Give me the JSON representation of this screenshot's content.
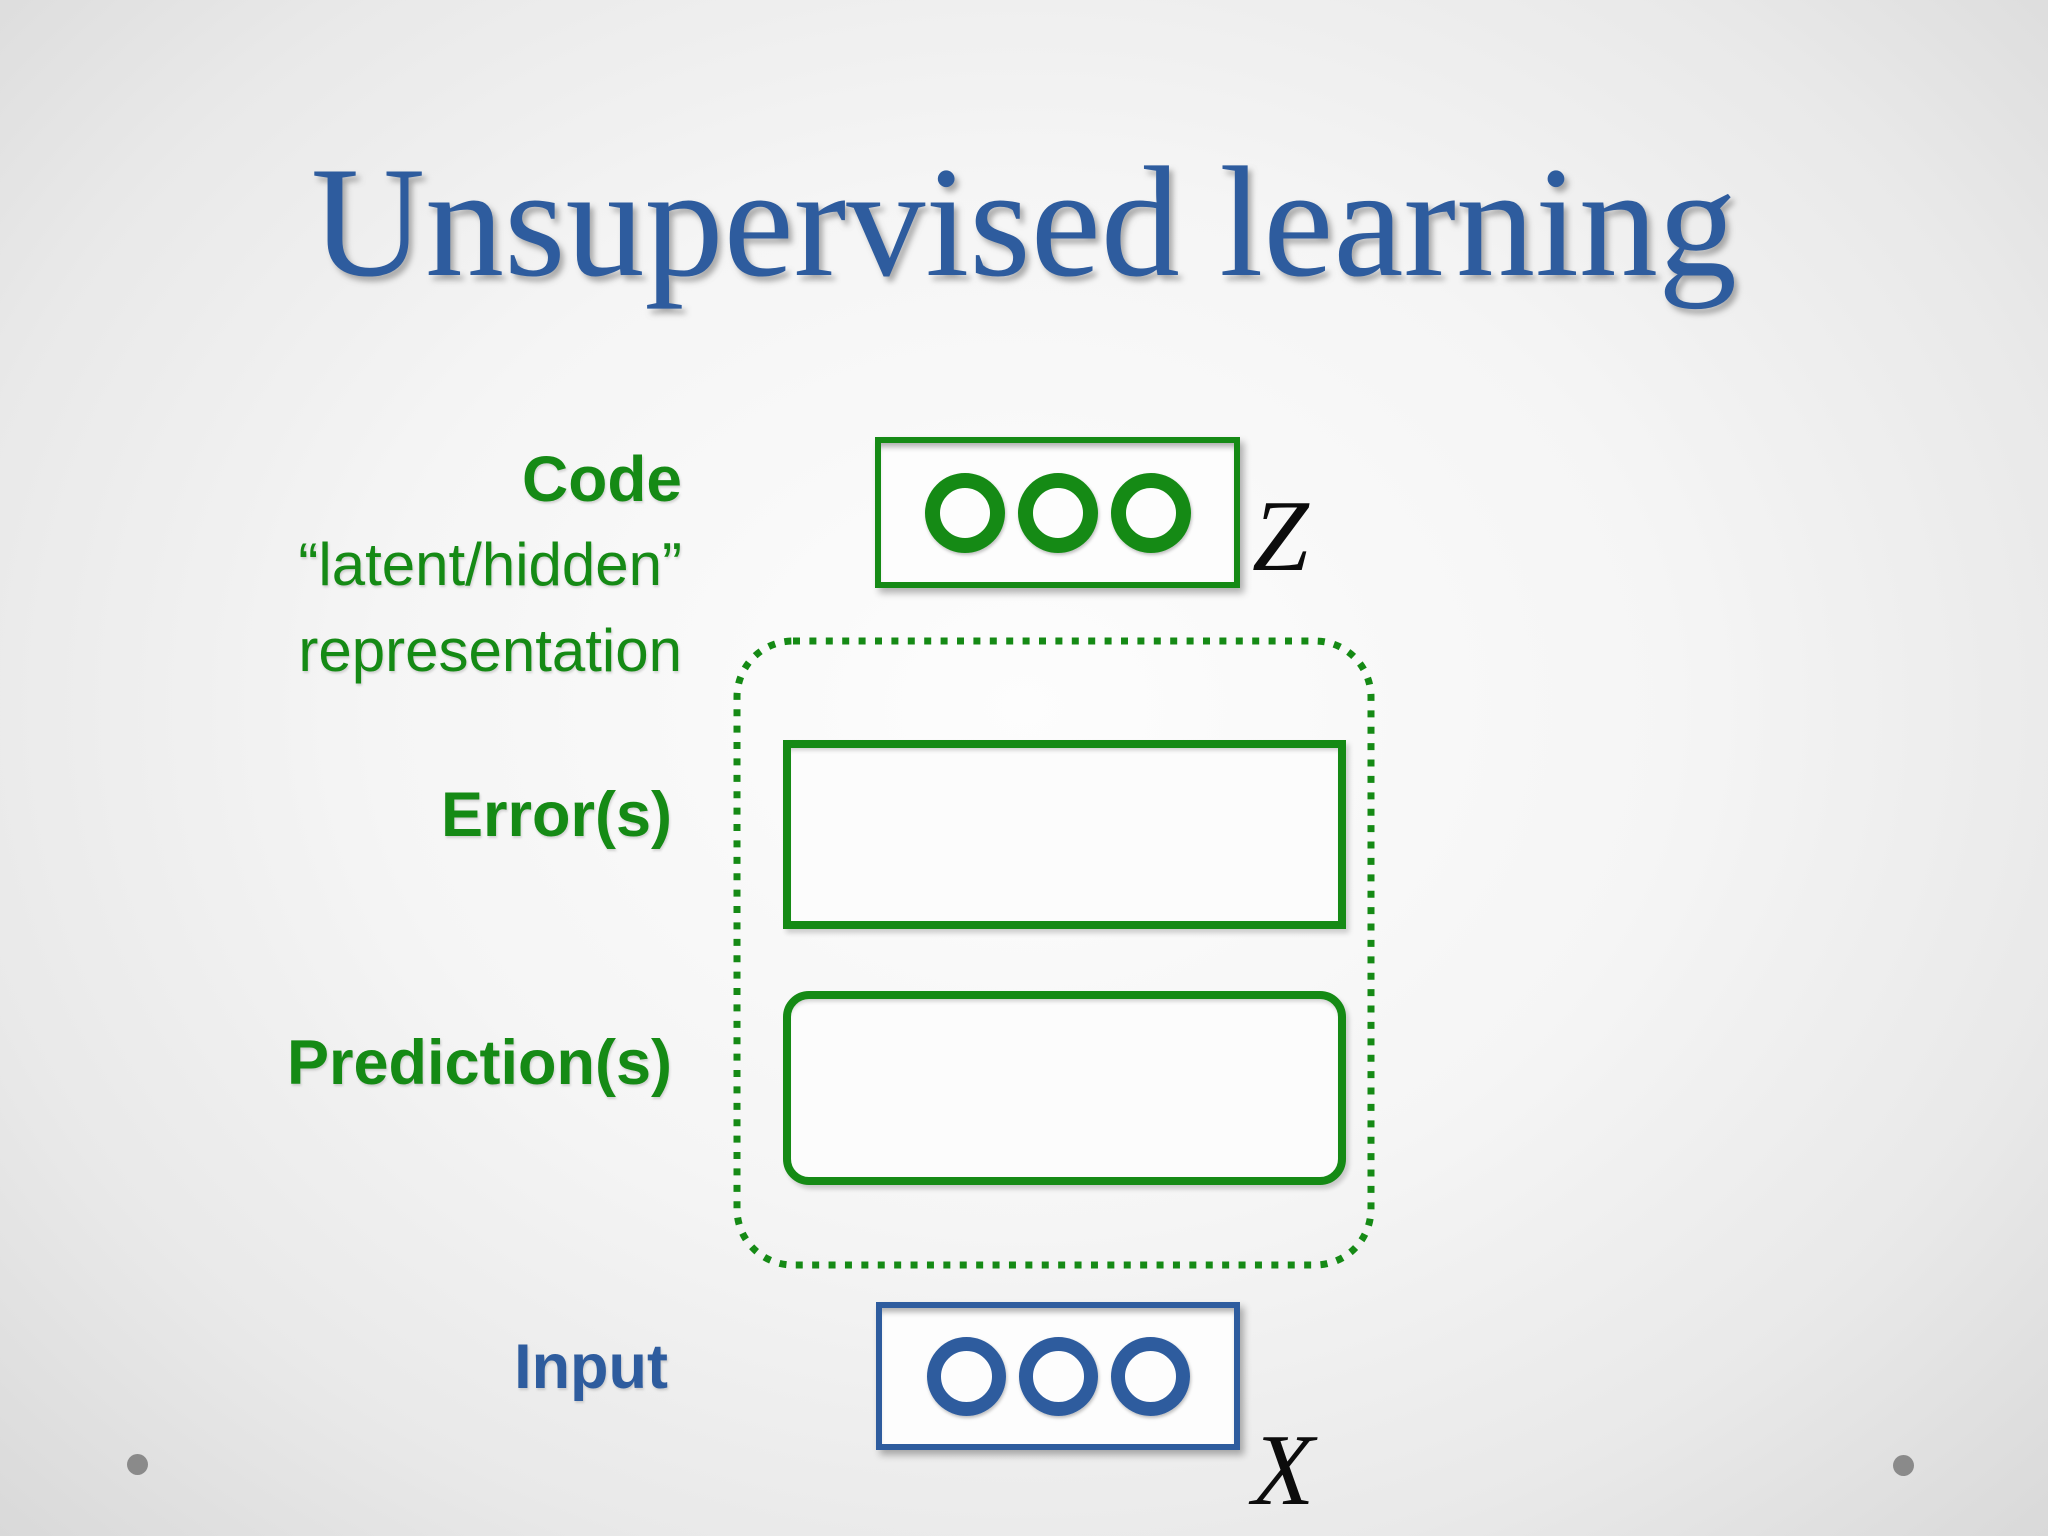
{
  "slide": {
    "title": "Unsupervised learning"
  },
  "labels": {
    "code_title": "Code",
    "code_sub1": "“latent/hidden”",
    "code_sub2": "representation",
    "errors": "Error(s)",
    "predictions": "Prediction(s)",
    "input": "Input"
  },
  "diagram": {
    "code_layer": {
      "units": 3,
      "symbol": "Z"
    },
    "input_layer": {
      "units": 3,
      "symbol": "X"
    },
    "error_box_text": "",
    "prediction_box_text": ""
  },
  "icons": {
    "code_unit": "circle-ring-icon",
    "input_unit": "circle-ring-icon",
    "corner_decoration": "dot-icon"
  },
  "colors": {
    "title_blue": "#2e5c9e",
    "green": "#158a15",
    "input_blue": "#2e5c9e",
    "dot_gray": "#8a8a8a"
  }
}
